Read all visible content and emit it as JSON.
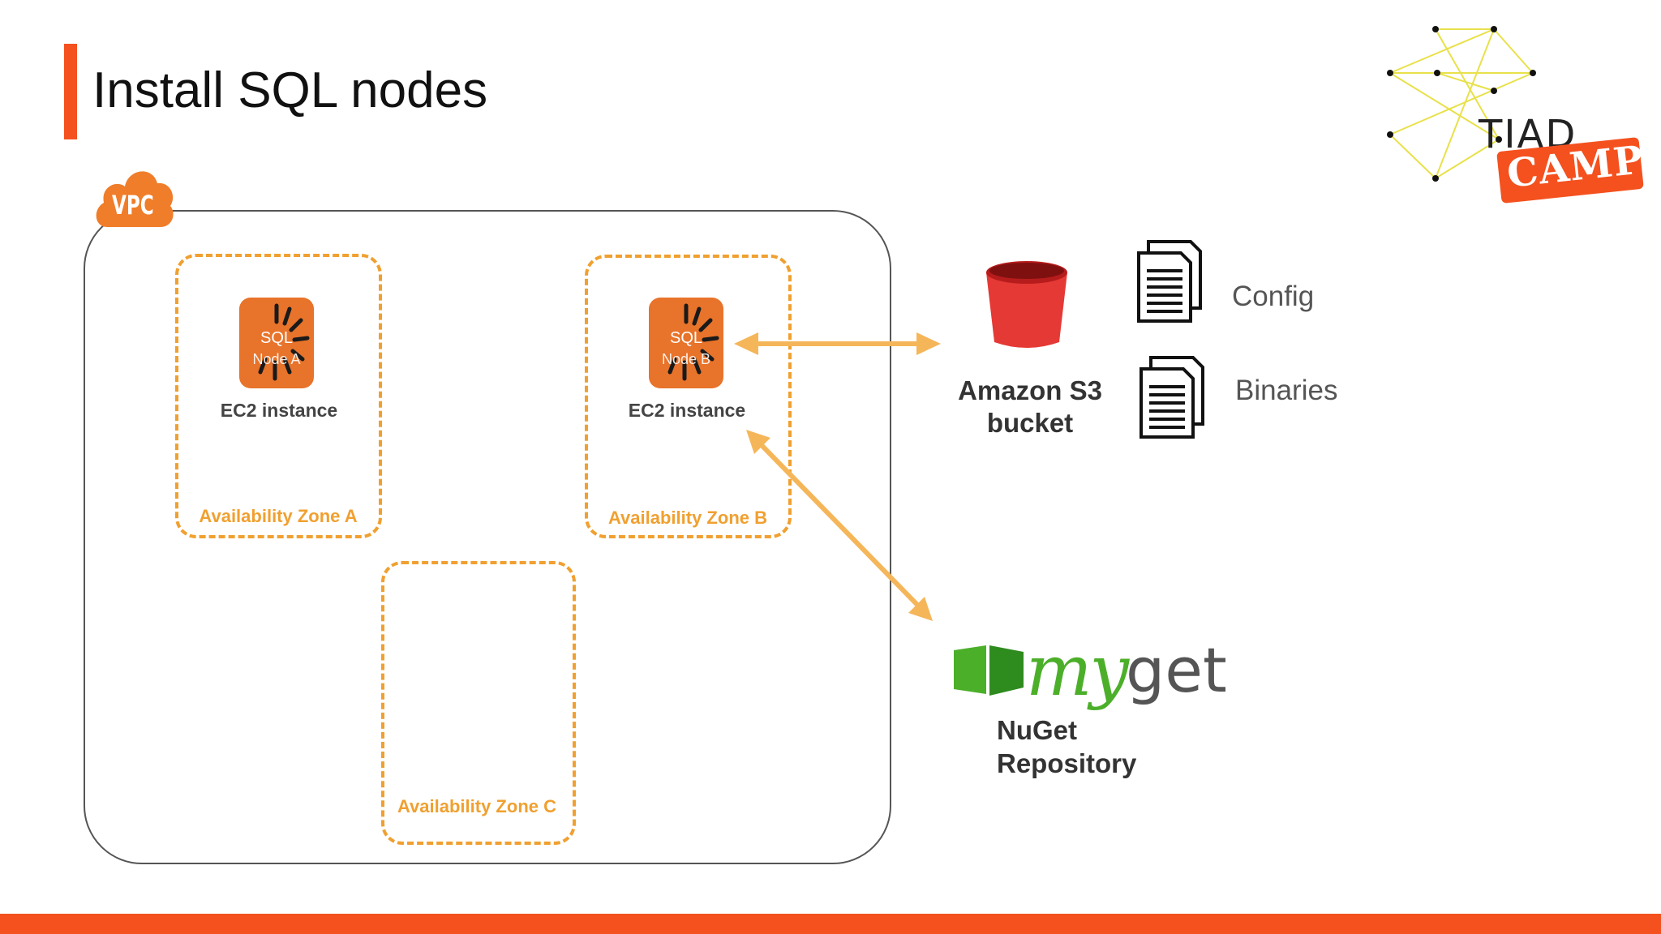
{
  "slide": {
    "title": "Install SQL nodes",
    "accent_color": "#f4511e"
  },
  "vpc": {
    "label": "VPC",
    "icon": "cloud-icon",
    "color": "#f07d2a"
  },
  "zones": [
    {
      "label": "Availability Zone A"
    },
    {
      "label": "Availability Zone B"
    },
    {
      "label": "Availability Zone C"
    }
  ],
  "nodes": [
    {
      "icon": "sql-node-icon",
      "icon_text_line1": "SQL",
      "icon_text_line2": "Node A",
      "label": "EC2 instance"
    },
    {
      "icon": "sql-node-icon",
      "icon_text_line1": "SQL",
      "icon_text_line2": "Node B",
      "label": "EC2 instance"
    }
  ],
  "s3": {
    "icon": "bucket-icon",
    "label_line1": "Amazon S3",
    "label_line2": "bucket",
    "color": "#e53935"
  },
  "documents": [
    {
      "icon": "document-icon",
      "label": "Config"
    },
    {
      "icon": "document-icon",
      "label": "Binaries"
    }
  ],
  "myget": {
    "logo_my": "my",
    "logo_get": "get",
    "label_line1": "NuGet",
    "label_line2": "Repository",
    "color": "#4caf2a"
  },
  "logo": {
    "line1": "TIAD",
    "line2": "CAMP"
  },
  "connectors": {
    "color": "#f5b65a"
  }
}
